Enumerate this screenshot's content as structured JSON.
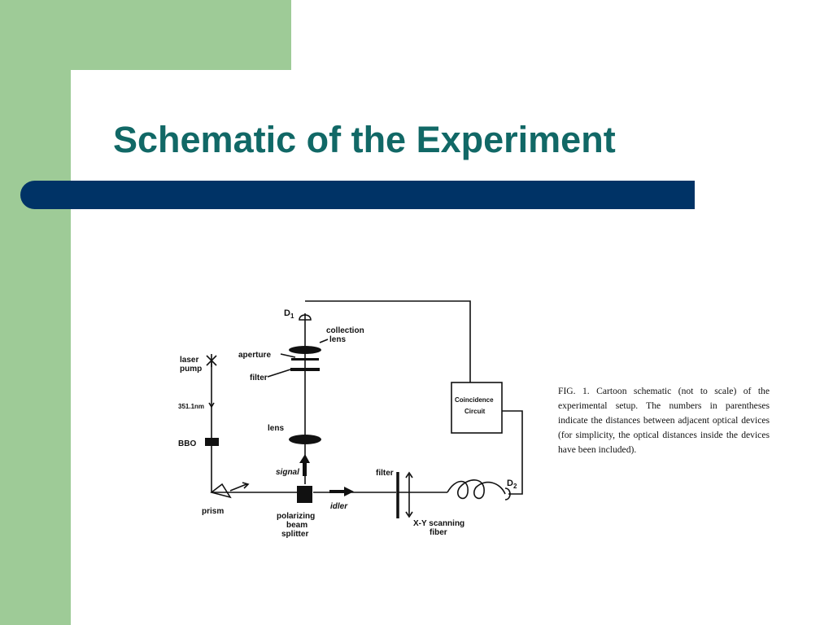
{
  "slide": {
    "title": "Schematic of the Experiment",
    "colors": {
      "accent_green": "#9ecb97",
      "title_teal": "#116866",
      "rule_navy": "#003366"
    }
  },
  "figure": {
    "labels": {
      "d1": "D",
      "d1_sub": "1",
      "collection_lens_1": "collection",
      "collection_lens_2": "lens",
      "aperture": "aperture",
      "filter_top": "filter",
      "laser_pump_1": "laser",
      "laser_pump_2": "pump",
      "wavelength": "351.1nm",
      "lens": "lens",
      "bbo": "BBO",
      "signal": "signal",
      "coincidence_1": "Coincidence",
      "coincidence_2": "Circuit",
      "filter_right": "filter",
      "d2": "D",
      "d2_sub": "2",
      "prism": "prism",
      "pbs_1": "polarizing",
      "pbs_2": "beam",
      "pbs_3": "splitter",
      "idler": "idler",
      "scanning_1": "X-Y scanning",
      "scanning_2": "fiber"
    },
    "caption": "FIG. 1. Cartoon schematic (not to scale) of the experimental setup. The numbers in parentheses indicate the distances between adjacent optical devices (for simplicity, the optical distances inside the devices have been included)."
  }
}
